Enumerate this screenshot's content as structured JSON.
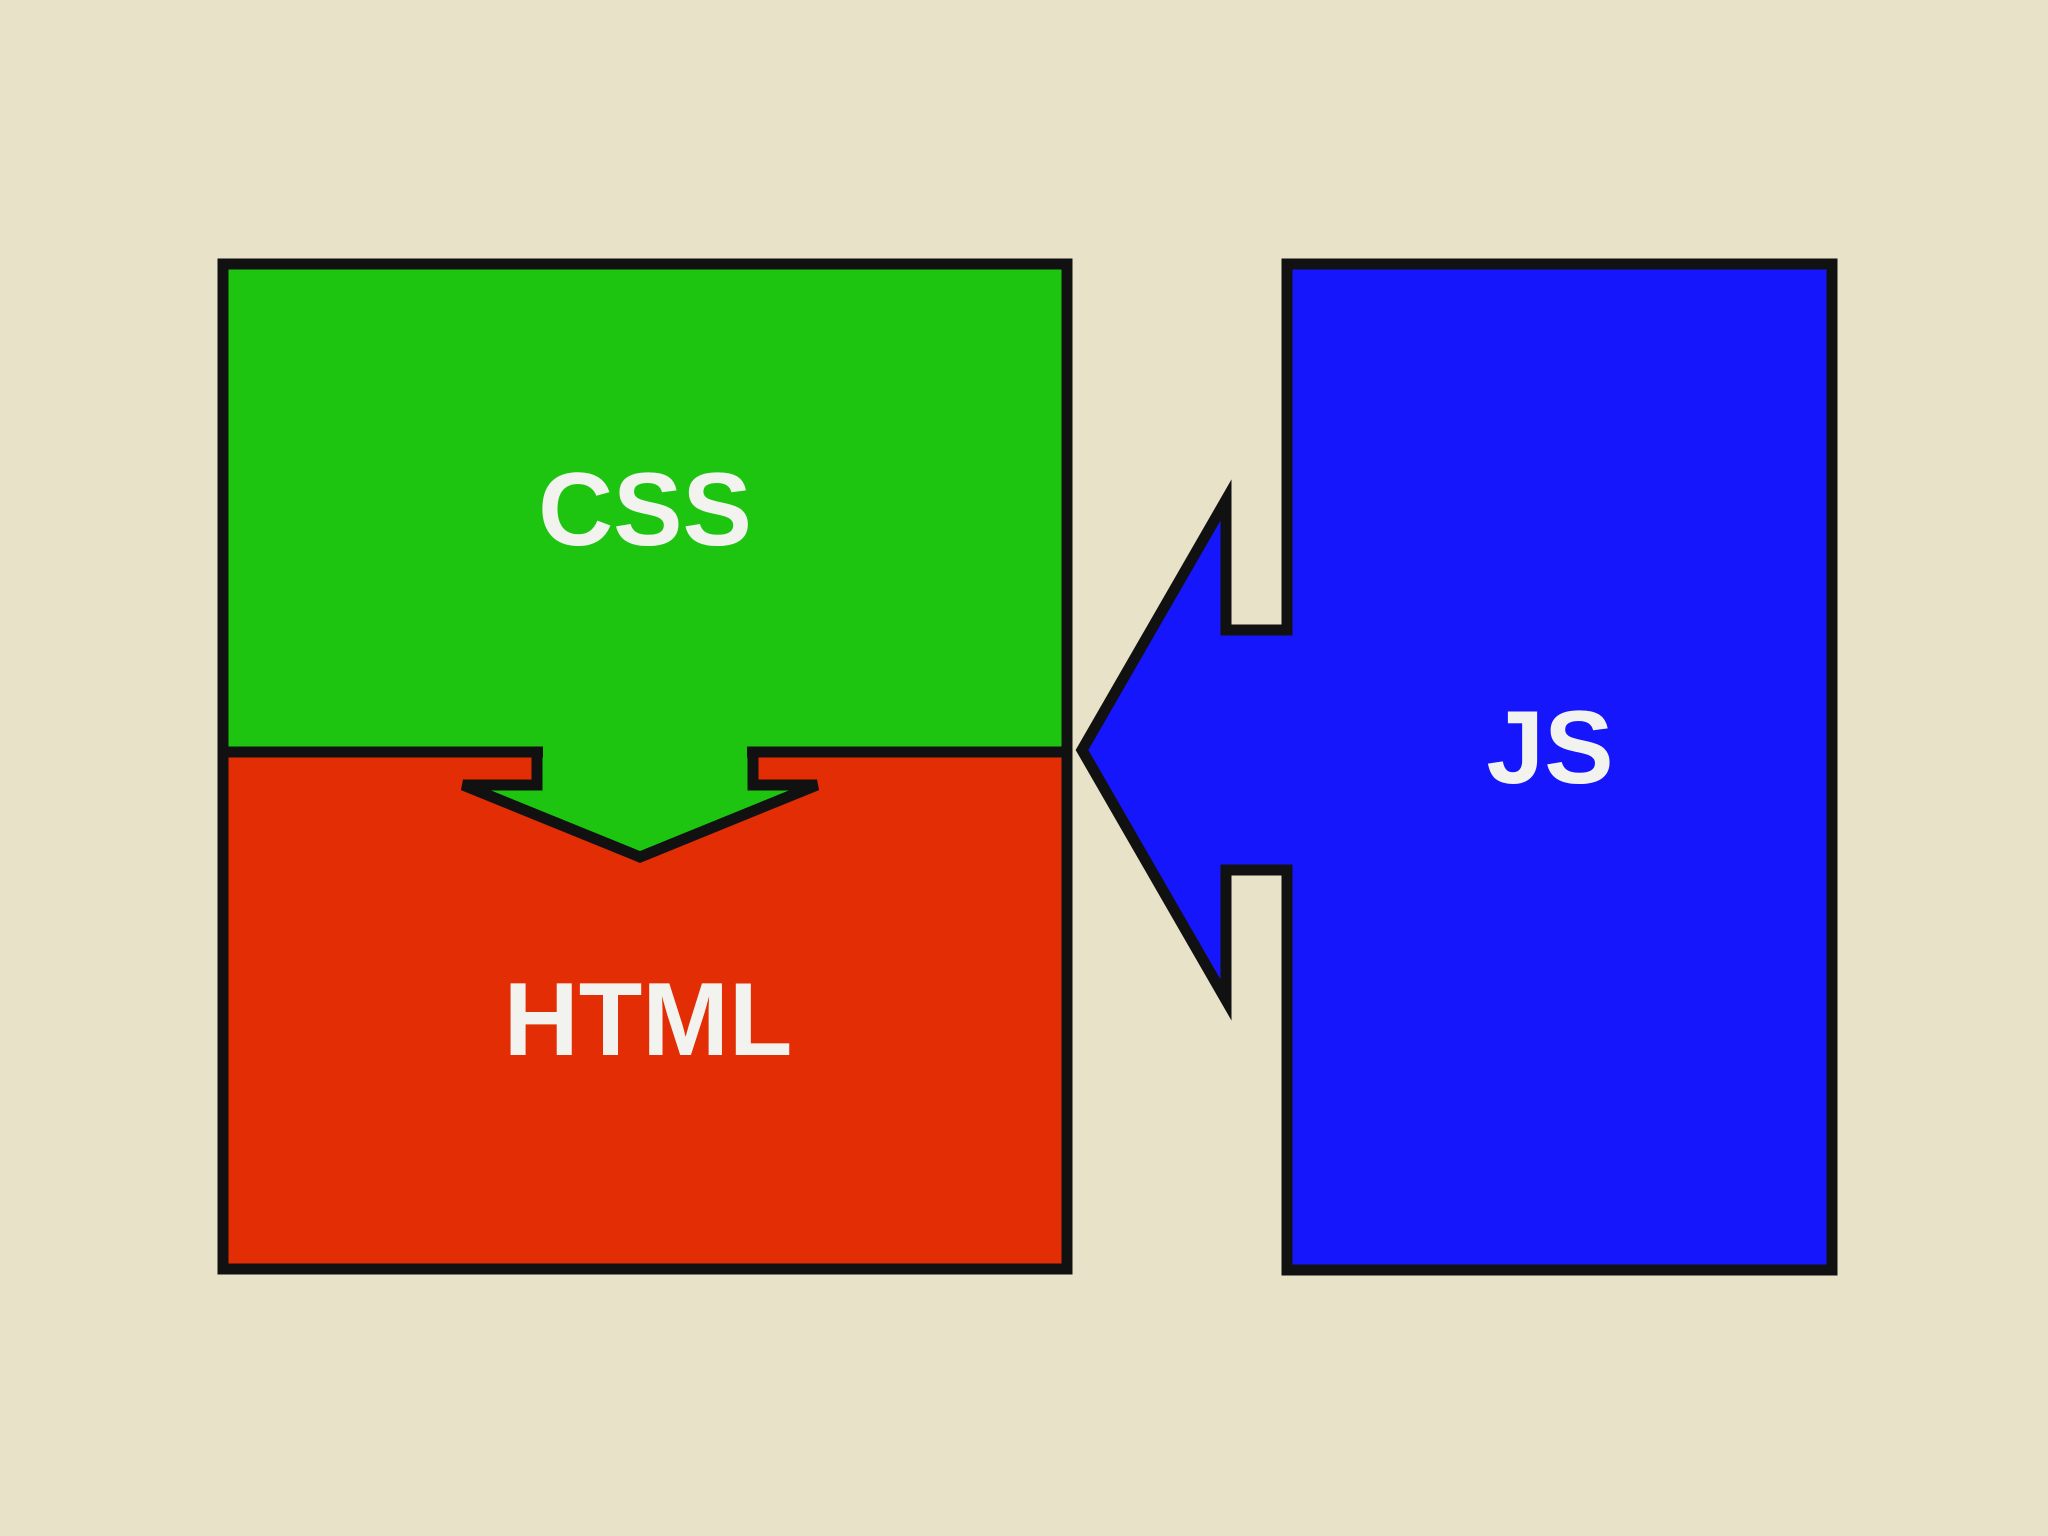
{
  "background_color": "#e7e2c8",
  "blocks": {
    "css": {
      "label": "CSS",
      "color": "#1ec510"
    },
    "html": {
      "label": "HTML",
      "color": "#e32d05"
    },
    "js": {
      "label": "JS",
      "color": "#1616fd"
    }
  },
  "outline_color": "#111111"
}
